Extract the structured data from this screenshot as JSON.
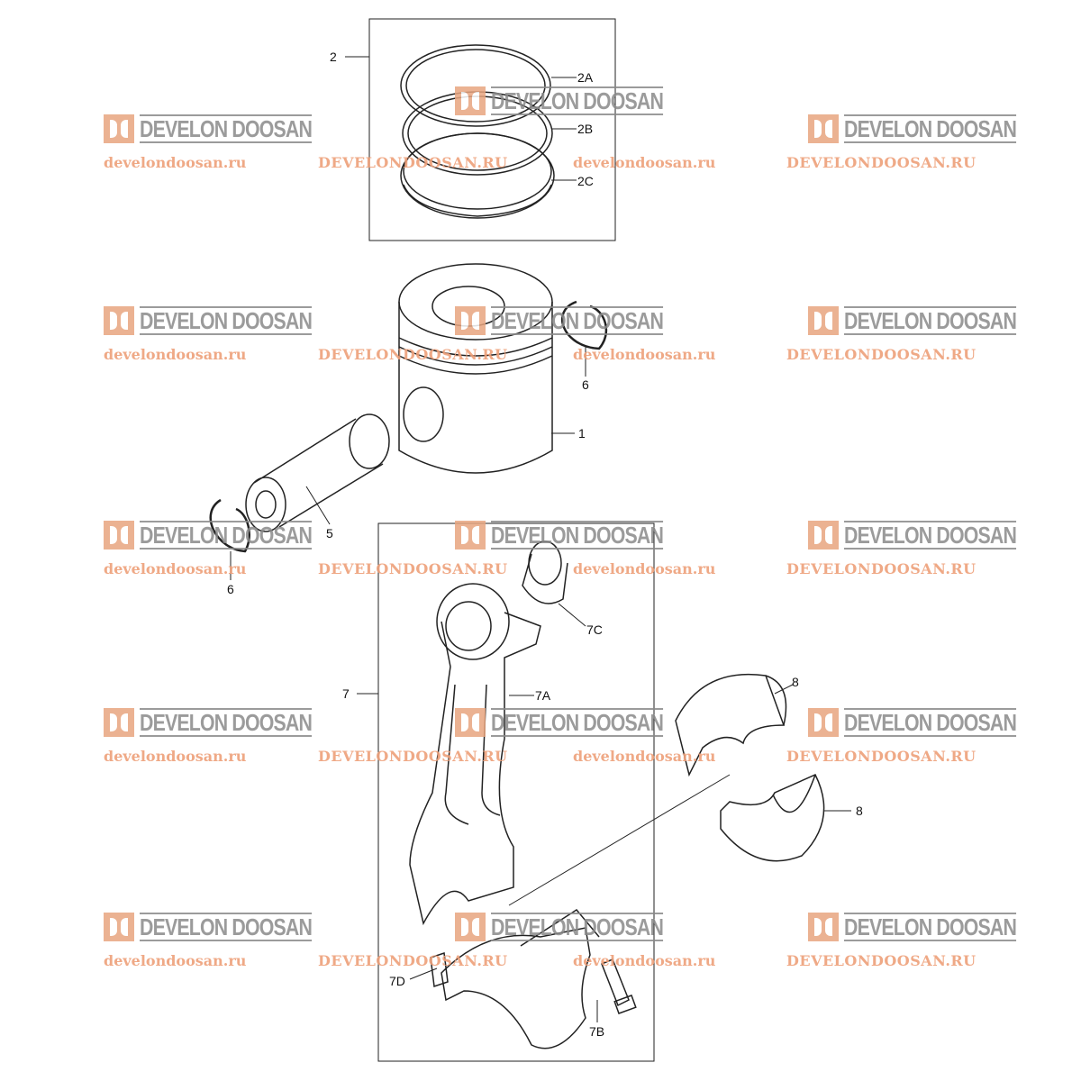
{
  "watermark": {
    "logo_text": "DEVELON DOOSAN",
    "url_lower": "develondoosan.ru",
    "url_upper": "DEVELONDOOSAN.RU",
    "logo_color": "#e8a57f",
    "text_color": "#8a8a8a"
  },
  "labels": {
    "piston_ring_set": "2",
    "ring_2a": "2A",
    "ring_2b": "2B",
    "ring_2c": "2C",
    "snap_ring_top": "6",
    "piston": "1",
    "piston_pin": "5",
    "snap_ring_left": "6",
    "bushing": "7C",
    "connecting_rod_assy": "7",
    "connecting_rod": "7A",
    "bearing_upper": "8",
    "bearing_lower": "8",
    "pin_7d": "7D",
    "bolt": "7B"
  }
}
